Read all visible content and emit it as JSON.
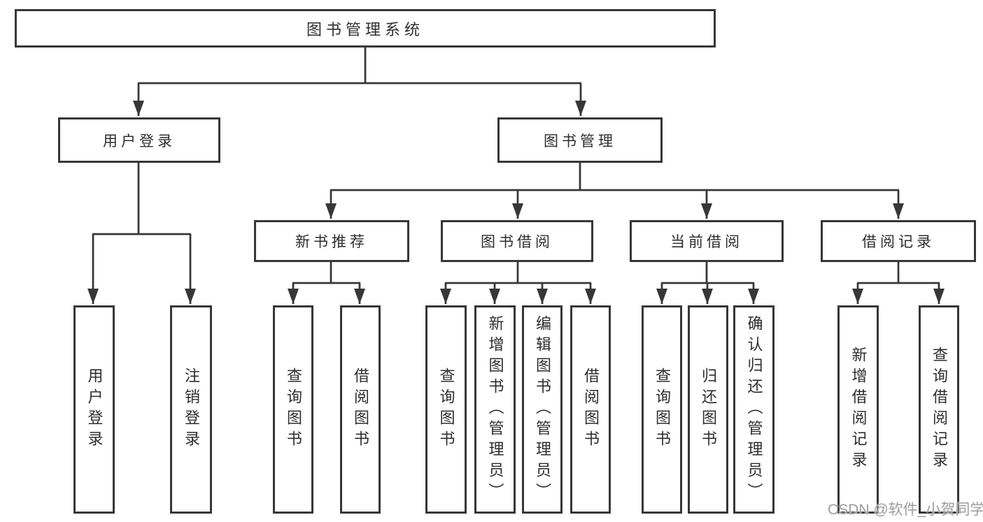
{
  "tree": {
    "root": {
      "id": "library-management-system",
      "label": "图书管理系统"
    },
    "level2": [
      {
        "id": "user-login",
        "label": "用户登录"
      },
      {
        "id": "book-management",
        "label": "图书管理"
      }
    ],
    "level3": [
      {
        "id": "new-book-recommend",
        "label": "新书推荐",
        "parent": "图书管理"
      },
      {
        "id": "book-borrowing",
        "label": "图书借阅",
        "parent": "图书管理"
      },
      {
        "id": "current-borrowing",
        "label": "当前借阅",
        "parent": "图书管理"
      },
      {
        "id": "borrowing-records",
        "label": "借阅记录",
        "parent": "图书管理"
      }
    ],
    "leaves": [
      {
        "id": "user-login-action",
        "label": "用户登录",
        "parent": "用户登录"
      },
      {
        "id": "logout",
        "label": "注销登录",
        "parent": "用户登录"
      },
      {
        "id": "recommend-query-books",
        "label": "查询图书",
        "parent": "新书推荐"
      },
      {
        "id": "recommend-borrow-books",
        "label": "借阅图书",
        "parent": "新书推荐"
      },
      {
        "id": "borrowing-query-books",
        "label": "查询图书",
        "parent": "图书借阅"
      },
      {
        "id": "borrowing-add-books-admin",
        "label": "新增图书（管理员）",
        "parent": "图书借阅"
      },
      {
        "id": "borrowing-edit-books-admin",
        "label": "编辑图书（管理员）",
        "parent": "图书借阅"
      },
      {
        "id": "borrowing-borrow-books",
        "label": "借阅图书",
        "parent": "图书借阅"
      },
      {
        "id": "current-query-books",
        "label": "查询图书",
        "parent": "当前借阅"
      },
      {
        "id": "current-return-books",
        "label": "归还图书",
        "parent": "当前借阅"
      },
      {
        "id": "current-confirm-return-admin",
        "label": "确认归还（管理员）",
        "parent": "当前借阅"
      },
      {
        "id": "records-add-record",
        "label": "新增借阅记录",
        "parent": "借阅记录"
      },
      {
        "id": "records-query-record",
        "label": "查询借阅记录",
        "parent": "借阅记录"
      }
    ]
  },
  "watermark": "CSDN @软件_小贺同学",
  "colors": {
    "line": "#373737",
    "text": "#2e2e2e",
    "box_background": "#ffffff",
    "page_background": "#ffffff",
    "watermark": "#9d9d9d"
  }
}
